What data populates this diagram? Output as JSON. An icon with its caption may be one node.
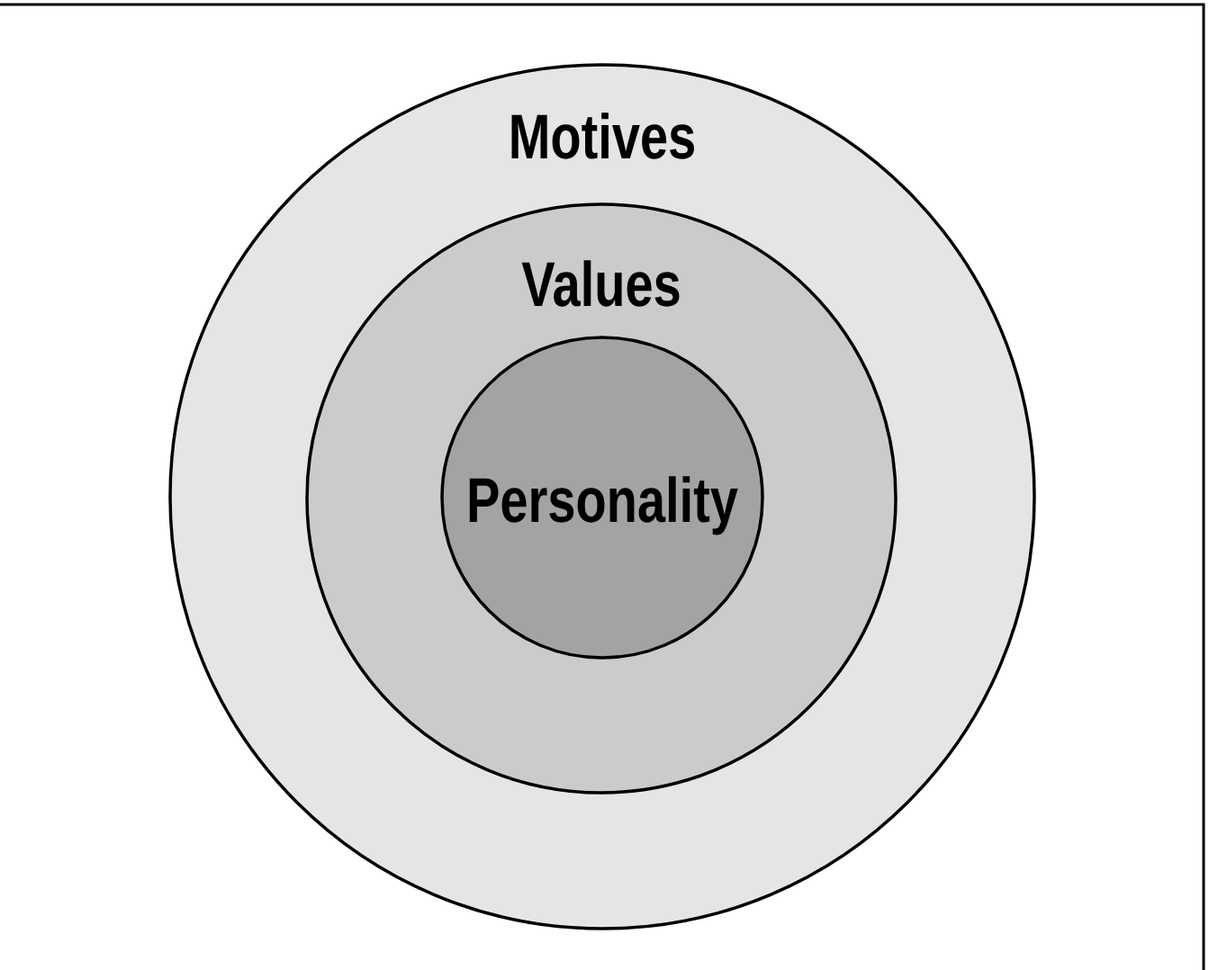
{
  "diagram": {
    "nodes": [
      {
        "text": [
          "Motives"
        ]
      },
      {
        "text": [
          "Values"
        ],
        "in": 0
      },
      {
        "text": [
          "Personality"
        ],
        "in": 1
      }
    ]
  }
}
